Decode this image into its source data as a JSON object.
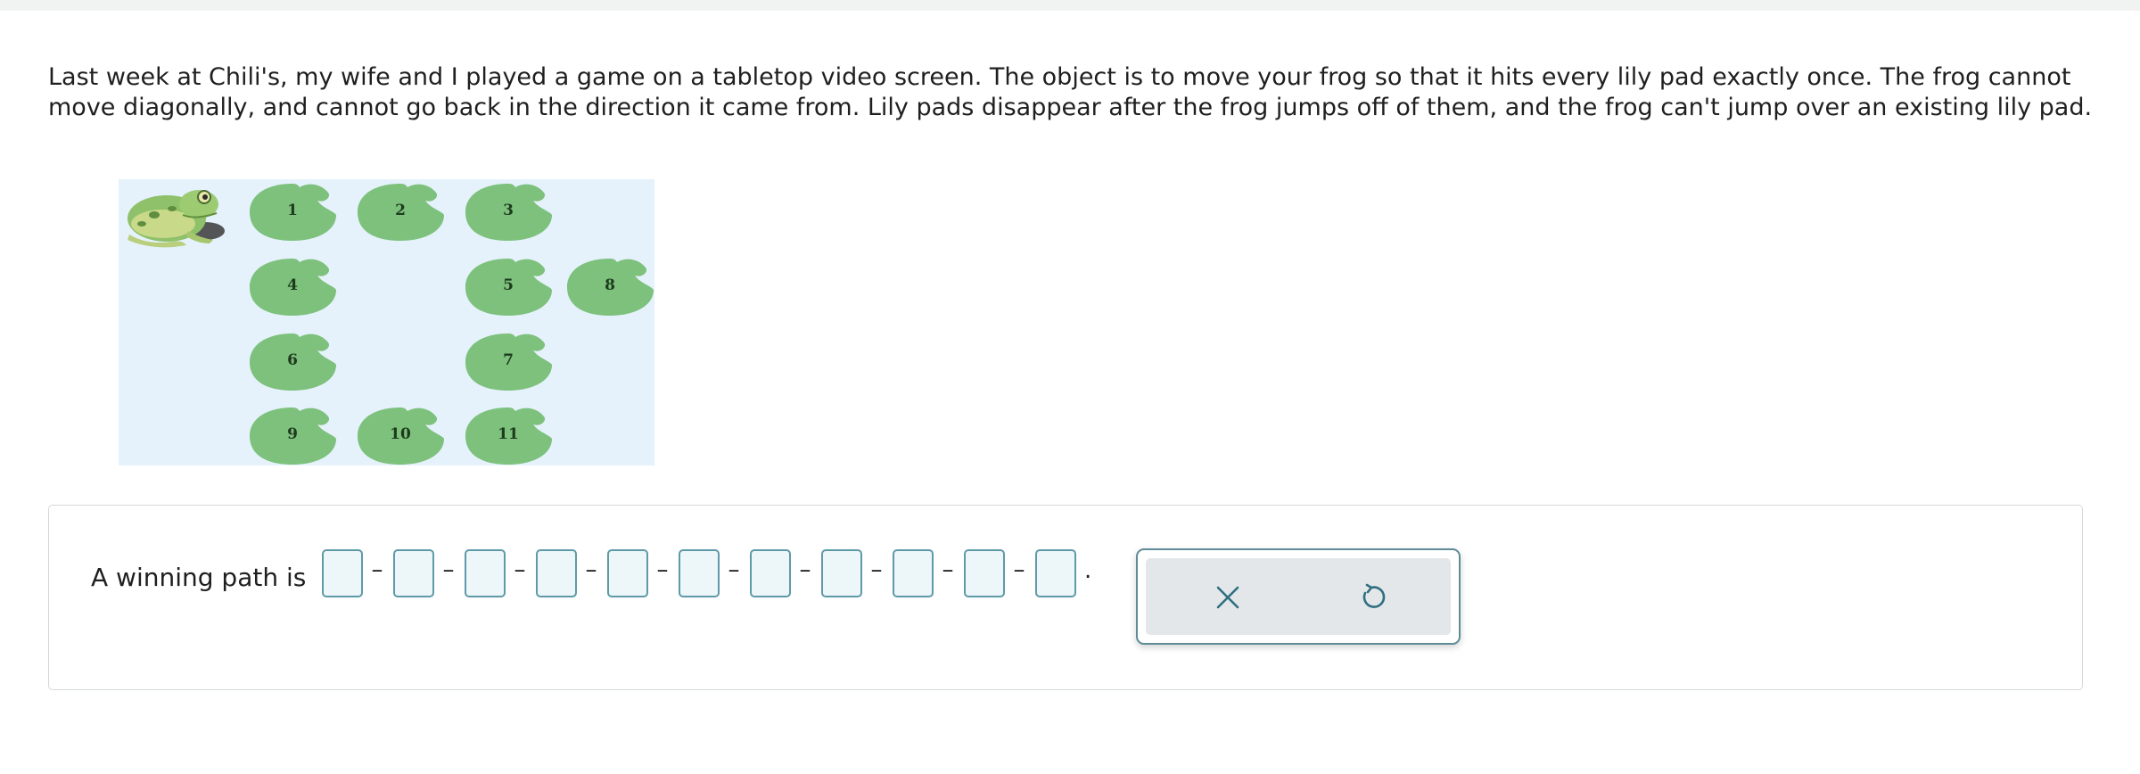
{
  "problem": {
    "text": "Last week at Chili's, my wife and I played a game on a tabletop video screen. The object is to move your frog so that it hits every lily pad exactly once. The frog cannot move diagonally, and cannot go back in the direction it came from. Lily pads disappear after the frog jumps off of them, and the frog can't jump over an existing lily pad."
  },
  "pond": {
    "background": "#e5f2fb",
    "pad_color": "#7dc17d",
    "frog_icon": "frog-icon",
    "lily_pads": [
      {
        "label": "1",
        "row": 1,
        "col": 1
      },
      {
        "label": "2",
        "row": 1,
        "col": 2
      },
      {
        "label": "3",
        "row": 1,
        "col": 3
      },
      {
        "label": "4",
        "row": 2,
        "col": 1
      },
      {
        "label": "5",
        "row": 2,
        "col": 3
      },
      {
        "label": "8",
        "row": 2,
        "col": 4
      },
      {
        "label": "6",
        "row": 3,
        "col": 1
      },
      {
        "label": "7",
        "row": 3,
        "col": 3
      },
      {
        "label": "9",
        "row": 4,
        "col": 1
      },
      {
        "label": "10",
        "row": 4,
        "col": 2
      },
      {
        "label": "11",
        "row": 4,
        "col": 3
      }
    ]
  },
  "answer": {
    "prefix": "A winning path is",
    "slot_count": 11,
    "separator": "–",
    "suffix": ".",
    "slots": [
      "",
      "",
      "",
      "",
      "",
      "",
      "",
      "",
      "",
      "",
      ""
    ]
  },
  "toolbar": {
    "clear_icon": "close-icon",
    "undo_icon": "undo-icon"
  }
}
